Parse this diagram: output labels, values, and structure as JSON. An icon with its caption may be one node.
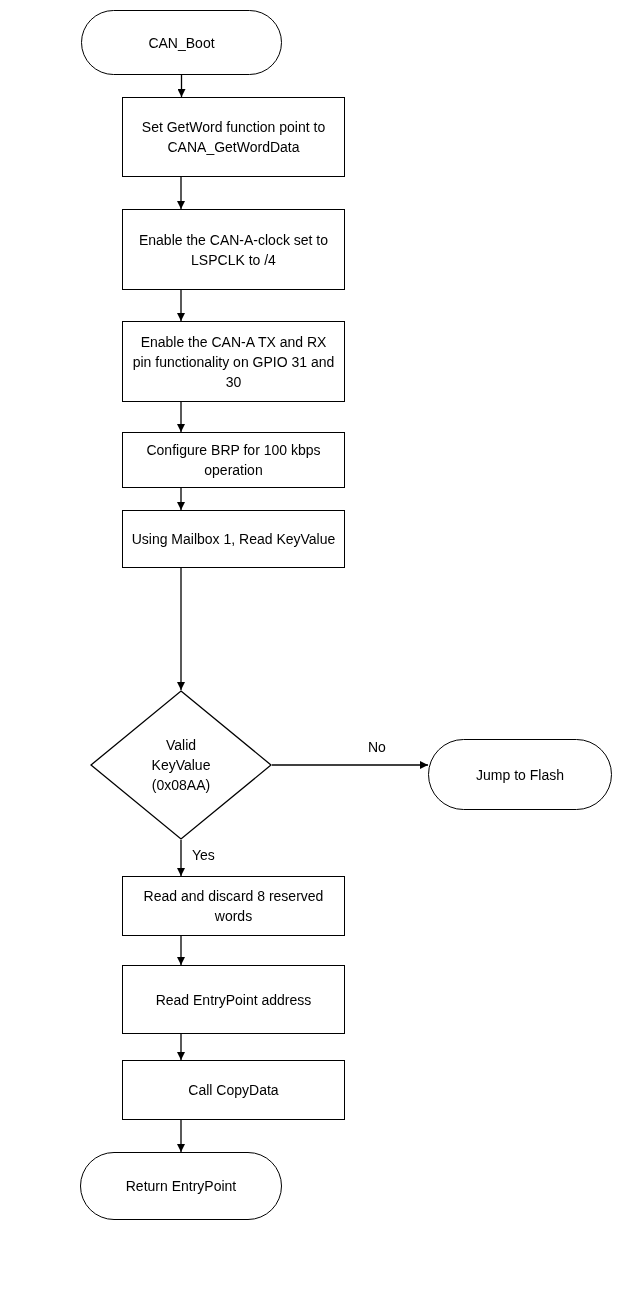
{
  "diagram": {
    "nodes": [
      {
        "text": [
          "CAN_Boot"
        ]
      },
      {
        "text": [
          "Set GetWord function point to CANA_GetWordData"
        ]
      },
      {
        "text": [
          "Enable the CAN-A-clock set to LSPCLK to /4"
        ]
      },
      {
        "text": [
          "Enable the CAN-A TX and RX pin functionality on GPIO 31 and 30"
        ]
      },
      {
        "text": [
          "Configure BRP for 100 kbps operation"
        ]
      },
      {
        "text": [
          "Using Mailbox 1, Read KeyValue"
        ]
      },
      {
        "text": [
          "Valid KeyValue (0x08AA)"
        ]
      },
      {
        "text": [
          "Jump to Flash"
        ]
      },
      {
        "text": [
          "Read and discard 8 reserved words"
        ]
      },
      {
        "text": [
          "Read EntryPoint address"
        ]
      },
      {
        "text": [
          "Call CopyData"
        ]
      },
      {
        "text": [
          "Return EntryPoint"
        ]
      }
    ],
    "edges": [
      {
        "from": 0,
        "to": 1,
        "arrow": "to"
      },
      {
        "from": 1,
        "to": 2,
        "arrow": "to"
      },
      {
        "from": 2,
        "to": 3,
        "arrow": "to"
      },
      {
        "from": 3,
        "to": 4,
        "arrow": "to"
      },
      {
        "from": 4,
        "to": 5,
        "arrow": "to"
      },
      {
        "from": 5,
        "to": 6,
        "arrow": "to"
      },
      {
        "from": 6,
        "to": 7,
        "arrow": "to",
        "label": "No"
      },
      {
        "from": 6,
        "to": 8,
        "arrow": "to",
        "label": "Yes"
      },
      {
        "from": 8,
        "to": 9,
        "arrow": "to"
      },
      {
        "from": 9,
        "to": 10,
        "arrow": "to"
      },
      {
        "from": 10,
        "to": 11,
        "arrow": "to"
      }
    ]
  }
}
